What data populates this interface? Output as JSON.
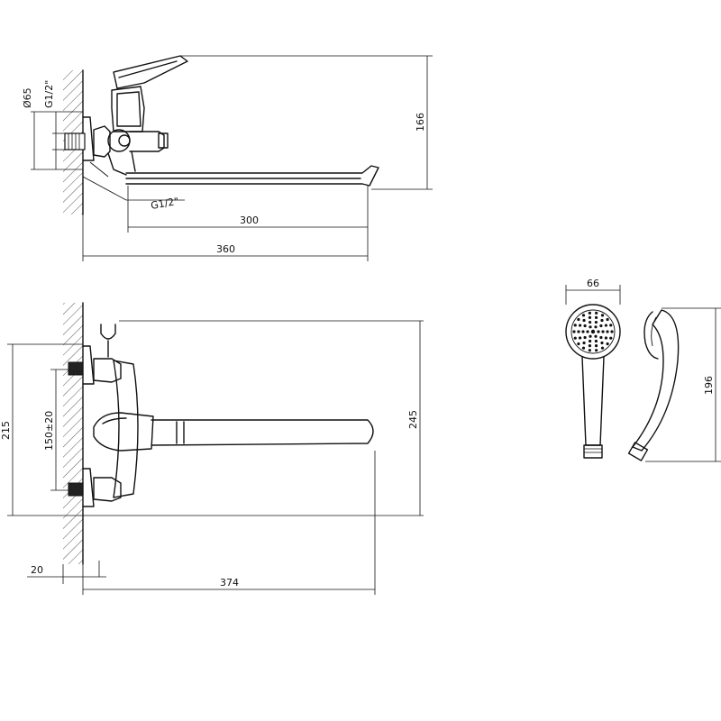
{
  "top_view": {
    "dim_d65": "Ø65",
    "dim_g1_2_wall": "G1/2\"",
    "dim_height_166": "166",
    "dim_g1_2_outlet": "G1/2\"",
    "dim_spout_300": "300",
    "dim_overall_360": "360"
  },
  "front_view": {
    "dim_height_215": "215",
    "dim_spacing_150": "150±20",
    "dim_height_245": "245",
    "dim_offset_20": "20",
    "dim_length_374": "374"
  },
  "shower_head": {
    "dim_diameter_66": "66",
    "dim_length_196": "196"
  }
}
